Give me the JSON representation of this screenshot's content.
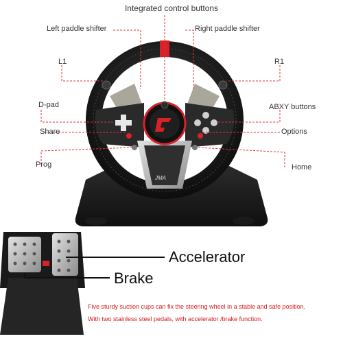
{
  "labels": {
    "integrated_control_buttons": "Integrated control buttons",
    "left_paddle_shifter": "Left paddle shifter",
    "right_paddle_shifter": "Right paddle shifter",
    "l1": "L1",
    "r1": "R1",
    "dpad": "D-pad",
    "abxy_buttons": "ABXY buttons",
    "share": "Share",
    "options": "Options",
    "prog": "Prog",
    "home": "Home",
    "accelerator": "Accelerator",
    "brake": "Brake"
  },
  "description": {
    "line1": "Five sturdy suction cups can fix the steering wheel in a stable and safe position.",
    "line2": "With two stainless steel pedals, with accelerator /brake function."
  },
  "wheel_badge": "JMA",
  "colors": {
    "callout": "#e0323a",
    "description_text": "#d21a1a",
    "wheel_rim": "#1b1b1b",
    "accent_red": "#d8222a"
  }
}
